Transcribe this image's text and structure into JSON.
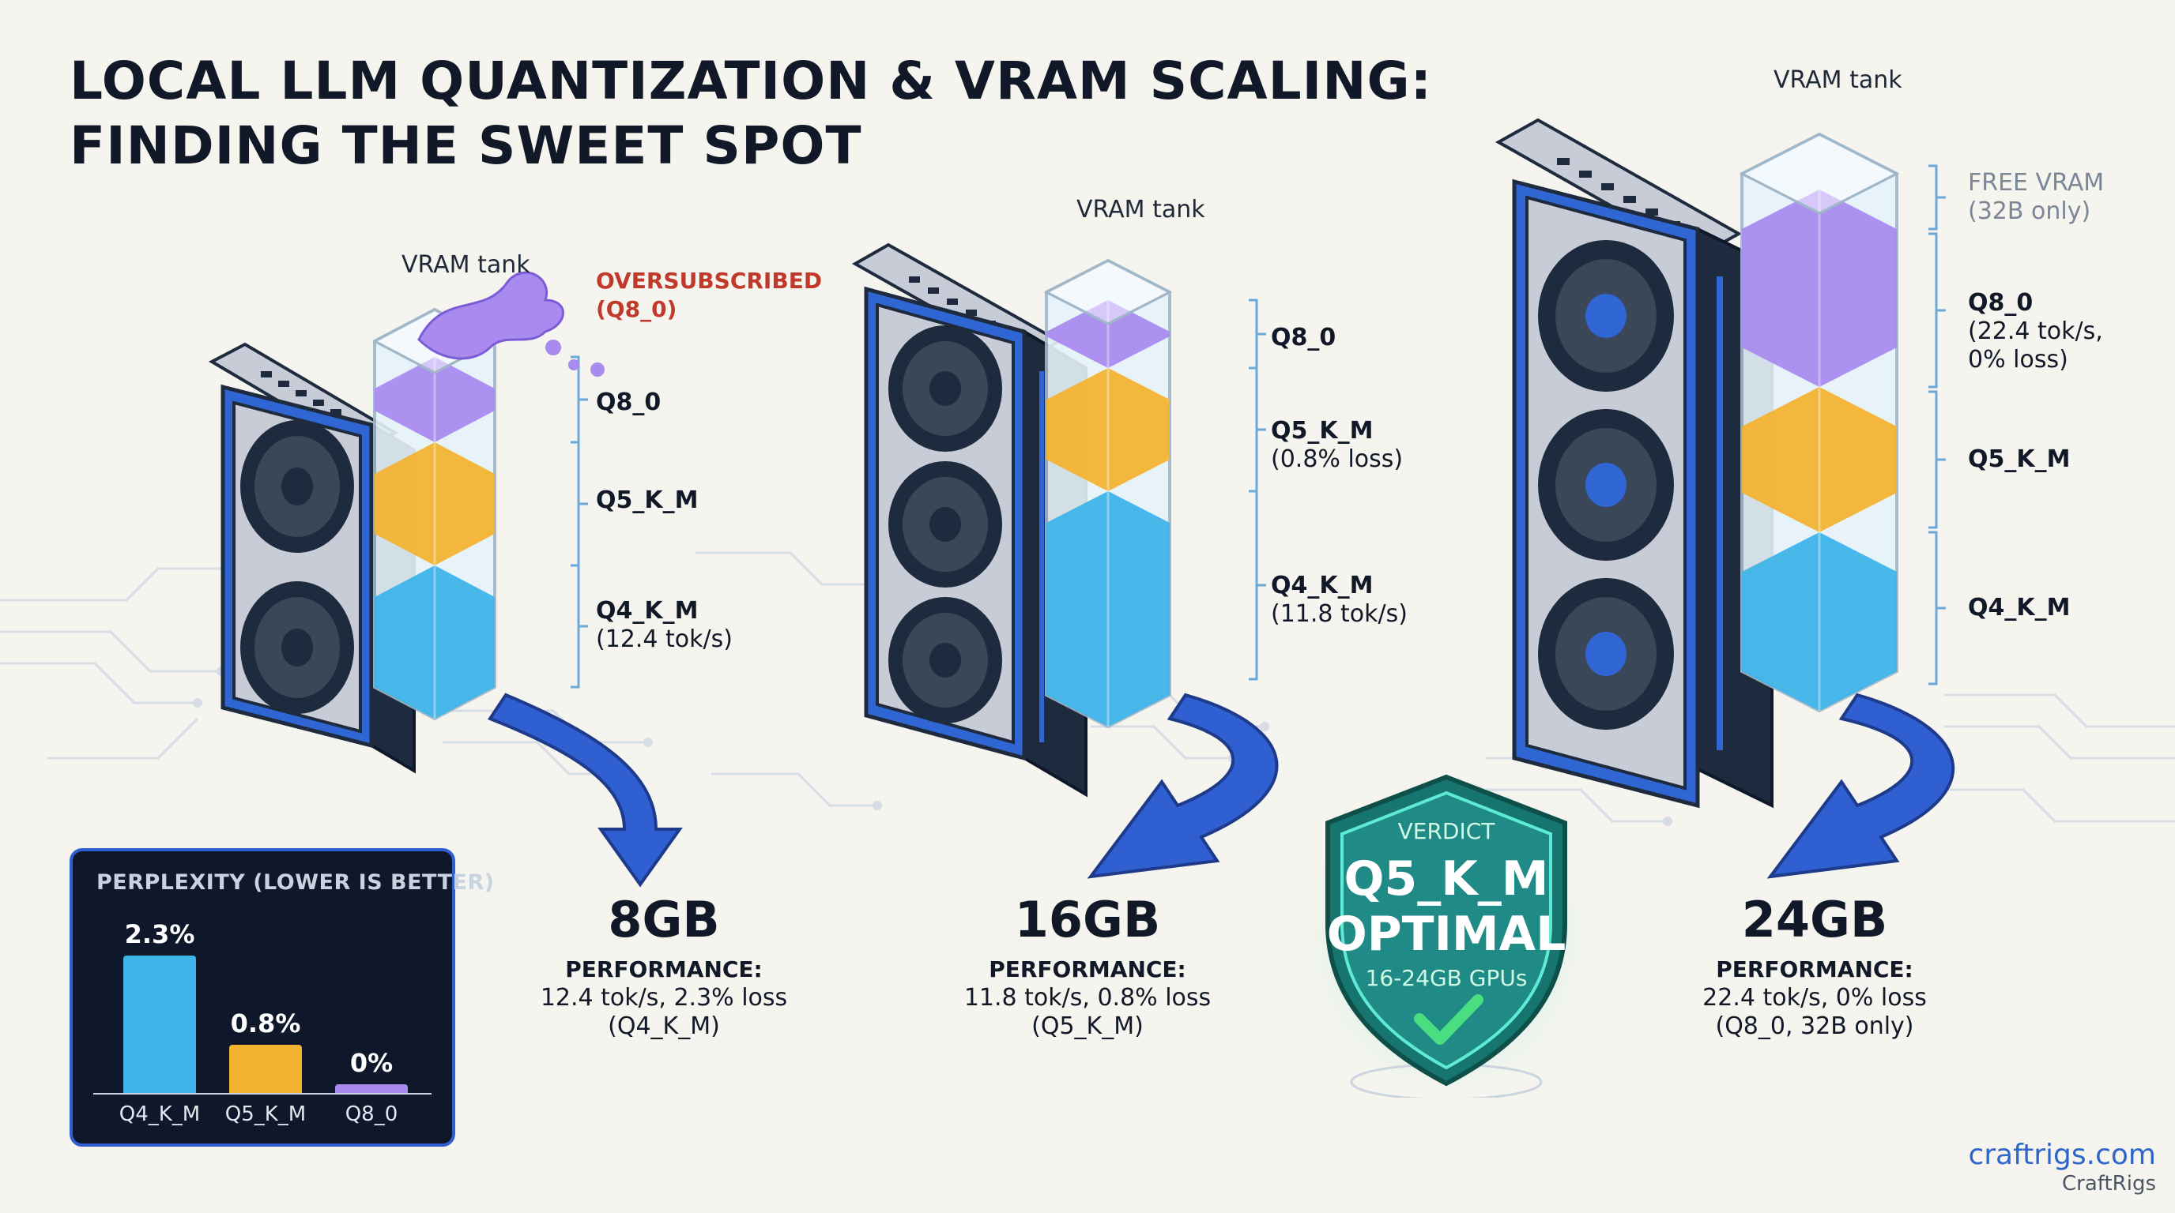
{
  "title": {
    "line1": "LOCAL LLM QUANTIZATION & VRAM SCALING:",
    "line2": "FINDING THE SWEET SPOT"
  },
  "tank_caption": "VRAM tank",
  "colors": {
    "q4": "#3fb4ea",
    "q5": "#f2b331",
    "q8": "#a98bf0",
    "free": "#e6f3fa",
    "gpu_dark": "#1e2a3d",
    "gpu_blue": "#2f66d4",
    "gpu_silver": "#c7ccd6",
    "arrow": "#2f5fd0",
    "verdict": "#1f8a86",
    "panel": "#0f172a"
  },
  "gpus": [
    {
      "capacity": "8GB",
      "performance_label": "PERFORMANCE:",
      "performance_line1": "12.4 tok/s, 2.3% loss",
      "performance_line2": "(Q4_K_M)",
      "oversubscribed_line1": "OVERSUBSCRIBED",
      "oversubscribed_line2": "(Q8_0)",
      "segments": [
        {
          "name": "Q8_0",
          "note": ""
        },
        {
          "name": "Q5_K_M",
          "note": ""
        },
        {
          "name": "Q4_K_M",
          "note": "(12.4 tok/s)"
        }
      ]
    },
    {
      "capacity": "16GB",
      "performance_label": "PERFORMANCE:",
      "performance_line1": "11.8 tok/s, 0.8% loss",
      "performance_line2": "(Q5_K_M)",
      "segments": [
        {
          "name": "Q8_0",
          "note": ""
        },
        {
          "name": "Q5_K_M",
          "note": "(0.8% loss)"
        },
        {
          "name": "Q4_K_M",
          "note": "(11.8 tok/s)"
        }
      ]
    },
    {
      "capacity": "24GB",
      "performance_label": "PERFORMANCE:",
      "performance_line1": "22.4 tok/s, 0% loss",
      "performance_line2": "(Q8_0, 32B only)",
      "segments": [
        {
          "name": "FREE VRAM",
          "note": "(32B only)"
        },
        {
          "name": "Q8_0",
          "note": "(22.4 tok/s,",
          "note2": "0% loss)"
        },
        {
          "name": "Q5_K_M",
          "note": ""
        },
        {
          "name": "Q4_K_M",
          "note": ""
        }
      ]
    }
  ],
  "perplexity": {
    "title": "PERPLEXITY (LOWER IS BETTER)",
    "bars": [
      {
        "label": "Q4_K_M",
        "value_text": "2.3%",
        "value": 2.3
      },
      {
        "label": "Q5_K_M",
        "value_text": "0.8%",
        "value": 0.8
      },
      {
        "label": "Q8_0",
        "value_text": "0%",
        "value": 0.15
      }
    ],
    "max": 2.3
  },
  "verdict": {
    "heading": "VERDICT",
    "line1": "Q5_K_M",
    "line2": "OPTIMAL",
    "sub": "16-24GB GPUs"
  },
  "brand": {
    "url": "craftrigs.com",
    "name": "CraftRigs"
  }
}
